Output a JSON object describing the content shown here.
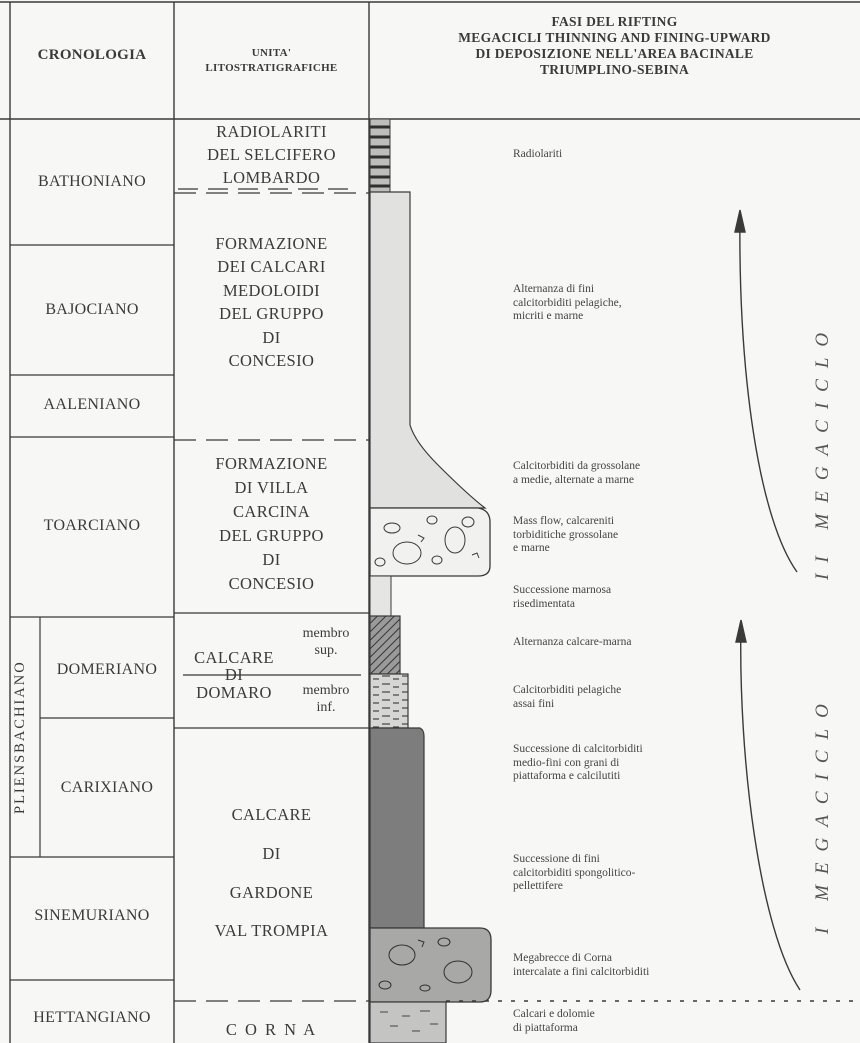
{
  "header": {
    "cronologia": "CRONOLOGIA",
    "unita_line1": "UNITA'",
    "unita_line2": "LITOSTRATIGRAFICHE",
    "fasi_line1": "FASI DEL RIFTING",
    "fasi_line2": "MEGACICLI THINNING AND FINING-UPWARD",
    "fasi_line3": "DI DEPOSIZIONE NELL'AREA BACINALE",
    "fasi_line4": "TRIUMPLINO-SEBINA"
  },
  "chronology": {
    "bathoniano": "BATHONIANO",
    "bajociano": "BAJOCIANO",
    "aaleniano": "AALENIANO",
    "toarciano": "TOARCIANO",
    "pliensbachiano": "PLIENSBACHIANO",
    "domeriano": "DOMERIANO",
    "carixiano": "CARIXIANO",
    "sinemuriano": "SINEMURIANO",
    "hettangiano": "HETTANGIANO"
  },
  "units": {
    "radiolariti": [
      "RADIOLARITI",
      "DEL SELCIFERO",
      "LOMBARDO"
    ],
    "medoloidi": [
      "FORMAZIONE",
      "DEI CALCARI",
      "MEDOLOIDI",
      "DEL GRUPPO",
      "DI",
      "CONCESIO"
    ],
    "villa_carcina": [
      "FORMAZIONE",
      "DI VILLA",
      "CARCINA",
      "DEL GRUPPO",
      "DI",
      "CONCESIO"
    ],
    "domaro": [
      "CALCARE",
      "DI",
      "DOMARO"
    ],
    "domaro_sup": [
      "membro",
      "sup."
    ],
    "domaro_inf": [
      "membro",
      "inf."
    ],
    "gardone": [
      "CALCARE",
      "DI",
      "GARDONE",
      "VAL TROMPIA"
    ],
    "corna": "C O R N A"
  },
  "descriptions": {
    "radiolariti": "Radiolariti",
    "alternanza_fini": "Alternanza di fini\ncalcitorbiditi pelagiche,\nmicriti e marne",
    "calcitorbiditi_grossolane": "Calcitorbiditi da grossolane\na medie, alternate a marne",
    "mass_flow": "Mass flow, calcareniti\ntorbiditiche grossolane\ne marne",
    "successione_marnosa": "Successione marnosa\nrisedimentata",
    "alternanza_calcare_marna": "Alternanza calcare-marna",
    "calcitorbiditi_pelagiche": "Calcitorbiditi pelagiche\nassai fini",
    "successione_medio_fini": "Successione di calcitorbiditi\nmedio-fini con grani di\npiattaforma e calcilutiti",
    "successione_fini": "Successione di fini\ncalcitorbiditi spongolitico-\npellettifere",
    "megabrecce": "Megabrecce di Corna\nintercalate a fini calcitorbiditi",
    "calcari_dolomie": "Calcari e dolomie\ndi piattaforma"
  },
  "megacicli": {
    "ii": "II MEGACICLO",
    "i": "I MEGACICLO"
  },
  "colors": {
    "line": "#3a3a3a",
    "pale_fill": "#e2e2e0",
    "dark_fill": "#8a8a8a",
    "darker_fill": "#6f6f6f"
  }
}
